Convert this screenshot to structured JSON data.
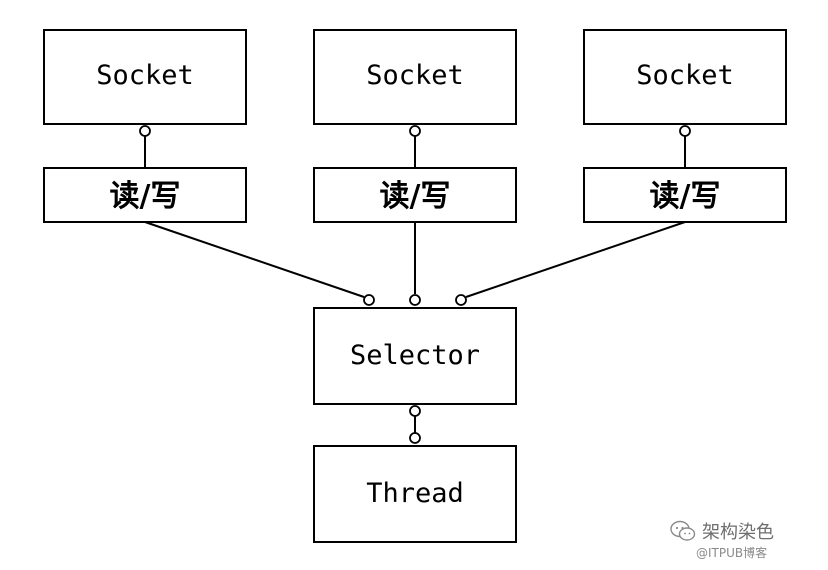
{
  "diagram": {
    "sockets": [
      "Socket",
      "Socket",
      "Socket"
    ],
    "io_labels": [
      "读/写",
      "读/写",
      "读/写"
    ],
    "selector": "Selector",
    "thread": "Thread"
  },
  "watermark": {
    "icon": "wechat-icon",
    "title": "架构染色",
    "subtitle": "@ITPUB博客"
  }
}
